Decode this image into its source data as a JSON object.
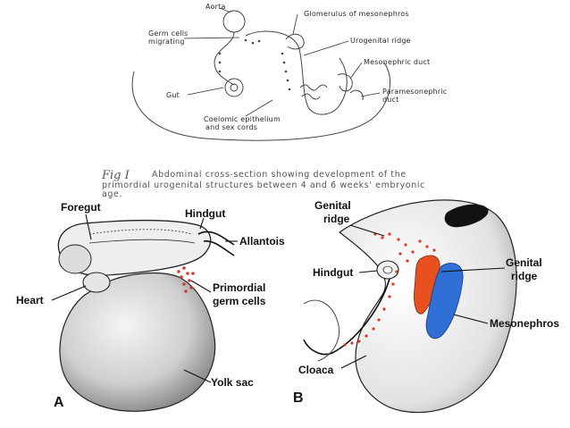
{
  "top_figure": {
    "labels": {
      "aorta": "Aorta",
      "glomerulus": "Glomerulus of mesonephros",
      "germ_cells_1": "Germ cells",
      "germ_cells_2": "migrating",
      "urogenital_ridge": "Urogenital ridge",
      "mesonephric_duct": "Mesonephric duct",
      "gut": "Gut",
      "paramesonephric_1": "Paramesonephric",
      "paramesonephric_2": "duct",
      "coelomic_1": "Coelomic epithelium",
      "coelomic_2": "and sex cords"
    },
    "caption": {
      "fig": "Fig I",
      "line1": "Abdominal cross-section showing development of the",
      "line2": "primordial urogenital structures between 4 and 6 weeks' embryonic",
      "line3": "age."
    }
  },
  "panel_a": {
    "letter": "A",
    "labels": {
      "foregut": "Foregut",
      "hindgut": "Hindgut",
      "allantois": "Allantois",
      "heart": "Heart",
      "primordial_1": "Primordial",
      "primordial_2": "germ cells",
      "yolk_sac": "Yolk sac"
    }
  },
  "panel_b": {
    "letter": "B",
    "labels": {
      "genital_ridge_left_1": "Genital",
      "genital_ridge_left_2": "ridge",
      "hindgut": "Hindgut",
      "genital_ridge_right_1": "Genital",
      "genital_ridge_right_2": "ridge",
      "mesonephros": "Mesonephros",
      "cloaca": "Cloaca"
    }
  },
  "colors": {
    "genital_ridge": "#e8501f",
    "mesonephros": "#2f6fd6",
    "germ_cells": "#d83a2a"
  }
}
